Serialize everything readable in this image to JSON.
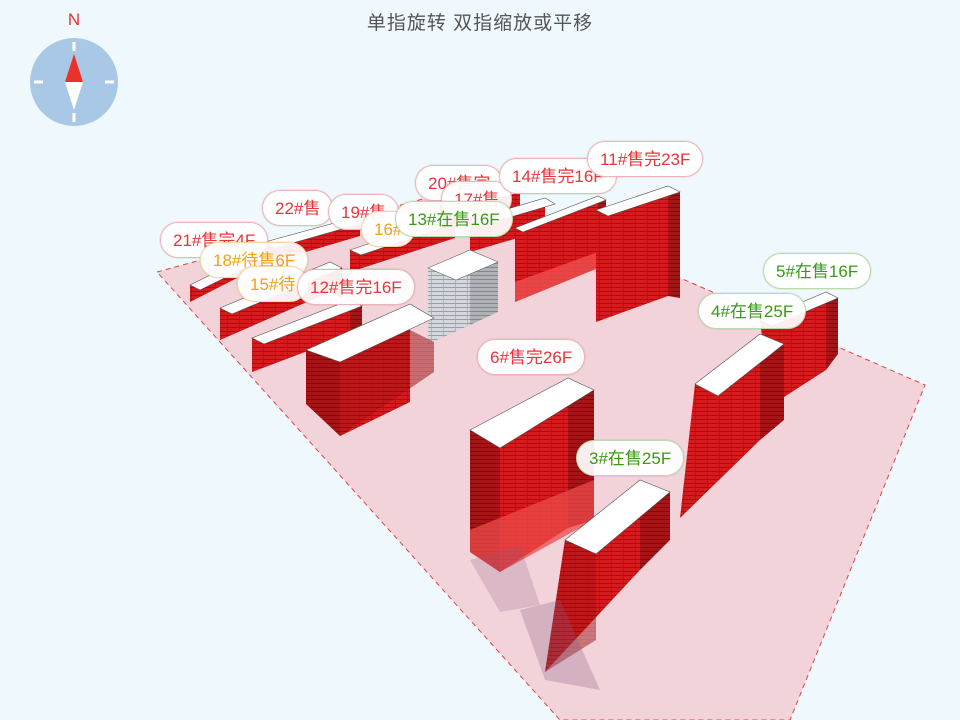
{
  "header": {
    "hint": "单指旋转 双指缩放或平移"
  },
  "compass": {
    "north_label": "N",
    "icon": "compass-icon"
  },
  "colors": {
    "sold": "#d81e1e",
    "on_sale": "#3a9a14",
    "pending": "#f2a116",
    "unreleased": "#c8cbd0",
    "site": "#f2d3da",
    "site_border": "#e04444",
    "background": "#eef8fd"
  },
  "buildings": [
    {
      "id": "b21",
      "label": "21#售完4F",
      "status": "sold"
    },
    {
      "id": "b22",
      "label": "22#售",
      "status": "sold"
    },
    {
      "id": "b18",
      "label": "18#待售6F",
      "status": "pending"
    },
    {
      "id": "b15",
      "label": "15#待",
      "status": "pending"
    },
    {
      "id": "b19",
      "label": "19#售",
      "status": "sold"
    },
    {
      "id": "b20",
      "label": "20#售完",
      "status": "sold"
    },
    {
      "id": "b17",
      "label": "17#售",
      "status": "sold"
    },
    {
      "id": "b16",
      "label": "16#",
      "status": "pending"
    },
    {
      "id": "b13",
      "label": "13#在售16F",
      "status": "on_sale"
    },
    {
      "id": "b14",
      "label": "14#售完16F",
      "status": "sold"
    },
    {
      "id": "b11",
      "label": "11#售完23F",
      "status": "sold"
    },
    {
      "id": "b12",
      "label": "12#售完16F",
      "status": "sold"
    },
    {
      "id": "b6",
      "label": "6#售完26F",
      "status": "sold"
    },
    {
      "id": "b5",
      "label": "5#在售16F",
      "status": "on_sale"
    },
    {
      "id": "b4",
      "label": "4#在售25F",
      "status": "on_sale"
    },
    {
      "id": "b3",
      "label": "3#在售25F",
      "status": "on_sale"
    }
  ]
}
